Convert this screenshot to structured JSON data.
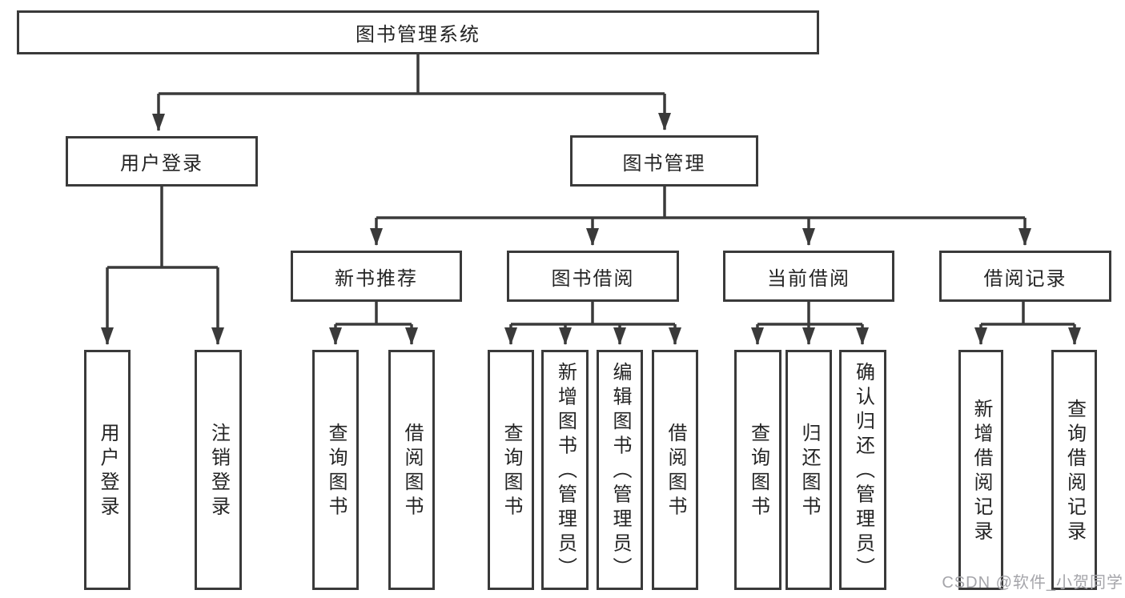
{
  "colors": {
    "line": "#3a3a3a",
    "text": "#242424",
    "watermark_text_color": "#a5a5aa",
    "background": "#ffffff"
  },
  "watermark": {
    "text": "CSDN @软件_小贺同学"
  },
  "diagram_type": "hierarchy-tree",
  "tree": {
    "label": "图书管理系统",
    "children": [
      {
        "label": "用户登录",
        "children": [
          {
            "label": "用户登录"
          },
          {
            "label": "注销登录"
          }
        ]
      },
      {
        "label": "图书管理",
        "children": [
          {
            "label": "新书推荐",
            "children": [
              {
                "label": "查询图书"
              },
              {
                "label": "借阅图书"
              }
            ]
          },
          {
            "label": "图书借阅",
            "children": [
              {
                "label": "查询图书"
              },
              {
                "label": "新增图书（管理员）"
              },
              {
                "label": "编辑图书（管理员）"
              },
              {
                "label": "借阅图书"
              }
            ]
          },
          {
            "label": "当前借阅",
            "children": [
              {
                "label": "查询图书"
              },
              {
                "label": "归还图书"
              },
              {
                "label": "确认归还（管理员）"
              }
            ]
          },
          {
            "label": "借阅记录",
            "children": [
              {
                "label": "新增借阅记录"
              },
              {
                "label": "查询借阅记录"
              }
            ]
          }
        ]
      }
    ]
  }
}
